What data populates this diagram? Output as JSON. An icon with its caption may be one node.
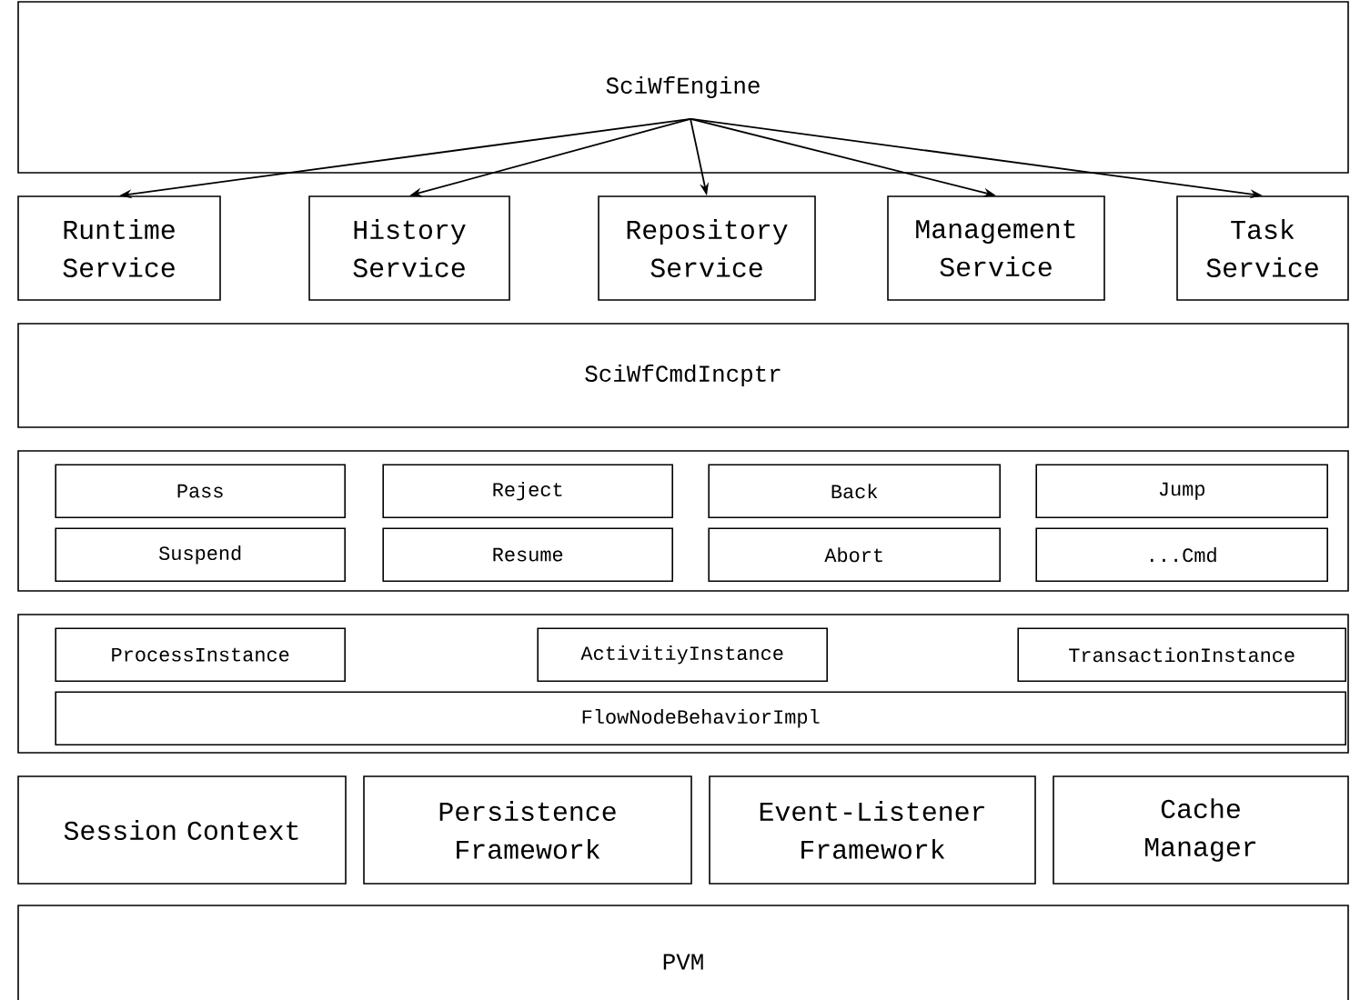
{
  "diagram": {
    "nodes": [
      {
        "text": [
          "SciWfEngine"
        ]
      },
      {
        "text": [
          "Runtime Service"
        ]
      },
      {
        "text": [
          "History Service"
        ]
      },
      {
        "text": [
          "Repository Service"
        ]
      },
      {
        "text": [
          "Management Service"
        ]
      },
      {
        "text": [
          "Task Service"
        ]
      },
      {
        "text": [
          "SciWfCmdIncptr"
        ]
      },
      {
        "text": [],
        "shape": "box"
      },
      {
        "text": [
          "Pass"
        ],
        "in": 7
      },
      {
        "text": [
          "Reject"
        ],
        "in": 7
      },
      {
        "text": [
          "Back"
        ],
        "in": 7
      },
      {
        "text": [
          "Jump"
        ],
        "in": 7
      },
      {
        "text": [
          "Suspend"
        ],
        "in": 7
      },
      {
        "text": [
          "Resume"
        ],
        "in": 7
      },
      {
        "text": [
          "Abort"
        ],
        "in": 7
      },
      {
        "text": [
          "...Cmd"
        ],
        "in": 7
      },
      {
        "text": [],
        "shape": "box"
      },
      {
        "text": [
          "ProcessInstance"
        ],
        "in": 16
      },
      {
        "text": [
          "ActivitiyInstance"
        ],
        "in": 16
      },
      {
        "text": [
          "TransactionInstance"
        ],
        "in": 16
      },
      {
        "text": [
          "FlowNodeBehaviorImpl"
        ],
        "in": 16
      },
      {
        "text": [
          "Session Context"
        ]
      },
      {
        "text": [
          "Persistence Framework"
        ]
      },
      {
        "text": [
          "Event-Listener Framework"
        ]
      },
      {
        "text": [
          "Cache Manager"
        ]
      },
      {
        "text": [
          "PVM"
        ]
      }
    ],
    "edges": [
      {
        "from": 0,
        "to": 1,
        "arrow": "to"
      },
      {
        "from": 0,
        "to": 2,
        "arrow": "to"
      },
      {
        "from": 0,
        "to": 3,
        "arrow": "to"
      },
      {
        "from": 0,
        "to": 4,
        "arrow": "to"
      },
      {
        "from": 0,
        "to": 5,
        "arrow": "to"
      }
    ]
  }
}
